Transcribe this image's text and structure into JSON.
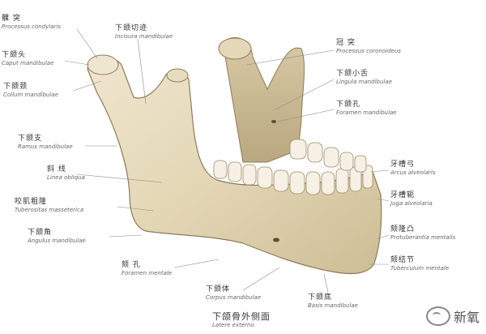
{
  "figure": {
    "labels": [
      {
        "key": "condyle",
        "zh": "髁 突",
        "la": "Processus condylaris"
      },
      {
        "key": "coronoid_notch",
        "zh": "下颌切迹",
        "la": "Incisura mandibulae"
      },
      {
        "key": "neck",
        "zh": "下颌头",
        "la": "Caput mandibulae"
      },
      {
        "key": "neck2",
        "zh": "下颌颈",
        "la": "Collum mandibulae"
      },
      {
        "key": "ramus",
        "zh": "下颌支",
        "la": "Ramus mandibulae"
      },
      {
        "key": "oblique",
        "zh": "斜 线",
        "la": "Linea obliqua"
      },
      {
        "key": "masseteric",
        "zh": "咬肌粗隆",
        "la": "Tuberositas masseterica"
      },
      {
        "key": "angle",
        "zh": "下颌角",
        "la": "Angulus mandibulae"
      },
      {
        "key": "mental_foramen",
        "zh": "颏 孔",
        "la": "Foramen mentale"
      },
      {
        "key": "body",
        "zh": "下颌体",
        "la": "Corpus mandibulae"
      },
      {
        "key": "base",
        "zh": "下颌底",
        "la": "Basis mandibulae"
      },
      {
        "key": "title",
        "zh": "下颌骨外侧面",
        "la": "Latere externo"
      },
      {
        "key": "coronoid",
        "zh": "冠 突",
        "la": "Processus coronoideus"
      },
      {
        "key": "lingula",
        "zh": "下颌小舌",
        "la": "Lingula mandibulae"
      },
      {
        "key": "foramen",
        "zh": "下颌孔",
        "la": "Foramen mandibulae"
      },
      {
        "key": "alveolar_arch",
        "zh": "牙槽弓",
        "la": "Arcus alveolaris"
      },
      {
        "key": "alveolar_yoke",
        "zh": "牙槽轭",
        "la": "Juga alveolaria"
      },
      {
        "key": "mental_protuberance",
        "zh": "颏隆凸",
        "la": "Protuberantia mentalis"
      },
      {
        "key": "mental_tubercle",
        "zh": "颏结节",
        "la": "Tuberculum mentale"
      }
    ],
    "watermark": "新氧"
  }
}
